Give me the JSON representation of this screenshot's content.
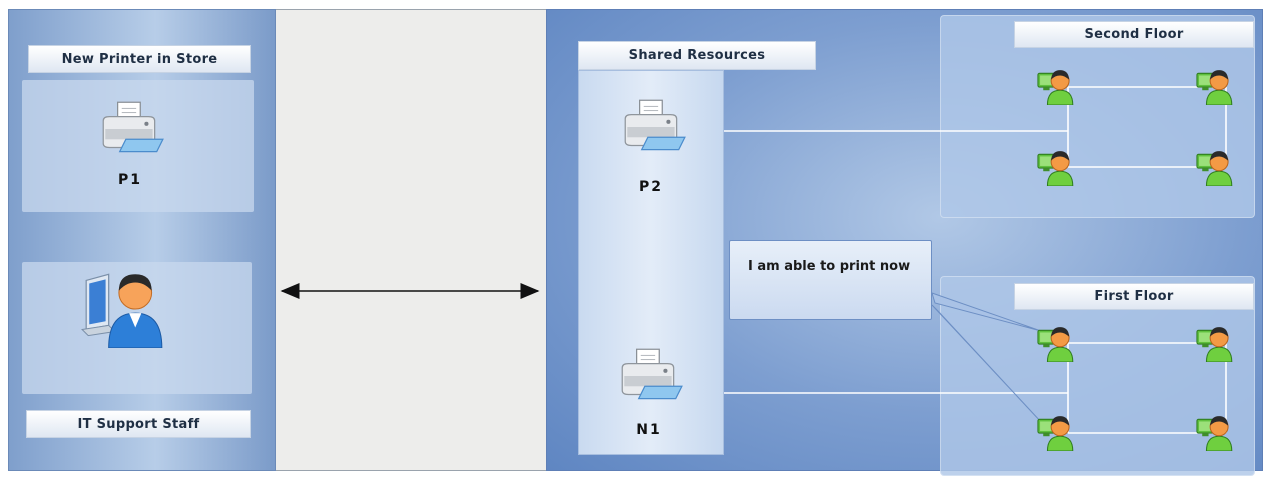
{
  "left_panel": {
    "top_label": "New Printer in Store",
    "printer_label": "P1",
    "bottom_label": "IT Support Staff"
  },
  "right_panel": {
    "shared_label": "Shared Resources",
    "printer_p2_label": "P2",
    "printer_n1_label": "N1",
    "second_floor_label": "Second Floor",
    "first_floor_label": "First Floor",
    "callout_text": "I am able to print now"
  },
  "icons": {
    "printer": "printer-icon",
    "user_workstation": "user-workstation-icon",
    "support_staff": "support-staff-icon"
  },
  "colors": {
    "left_panel": "#9fb8dc",
    "middle_panel": "#ededeb",
    "right_panel": "#7d9ed0",
    "connection_line": "#ffffff",
    "arrow": "#111111"
  }
}
